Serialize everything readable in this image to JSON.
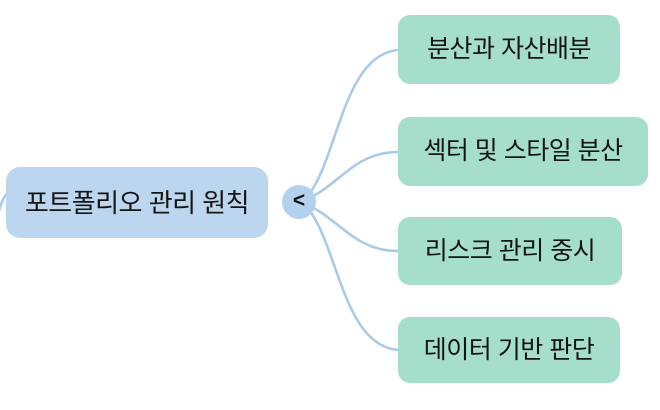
{
  "root_node": {
    "label": "포트폴리오 관리 원칙"
  },
  "collapse_toggle": {
    "symbol": "<"
  },
  "child_nodes": [
    {
      "label": "분산과 자산배분"
    },
    {
      "label": "섹터 및 스타일 분산"
    },
    {
      "label": "리스크 관리 중시"
    },
    {
      "label": "데이터 기반 판단"
    }
  ],
  "colors": {
    "root_node_fill": "#bcd6f0",
    "child_node_fill": "#a5decb",
    "toggle_fill": "#b3d1ee",
    "edge_stroke": "#a9cbe9",
    "text": "#151515"
  }
}
